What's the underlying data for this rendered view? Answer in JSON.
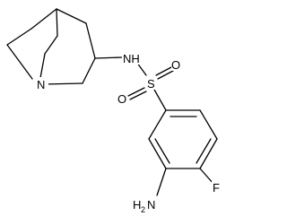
{
  "molecule": {
    "description_atoms": {
      "quinuclidine_n": "N",
      "nh": "NH",
      "s": "S",
      "o1": "O",
      "o2": "O",
      "amine": "H2N",
      "f": "F"
    },
    "labels": {
      "n_ring": "N",
      "nh": "NH",
      "s": "S",
      "o_upper": "O",
      "o_lower": "O",
      "f": "F",
      "h2n_h": "H",
      "h2n_2": "2",
      "h2n_n": "N"
    }
  }
}
